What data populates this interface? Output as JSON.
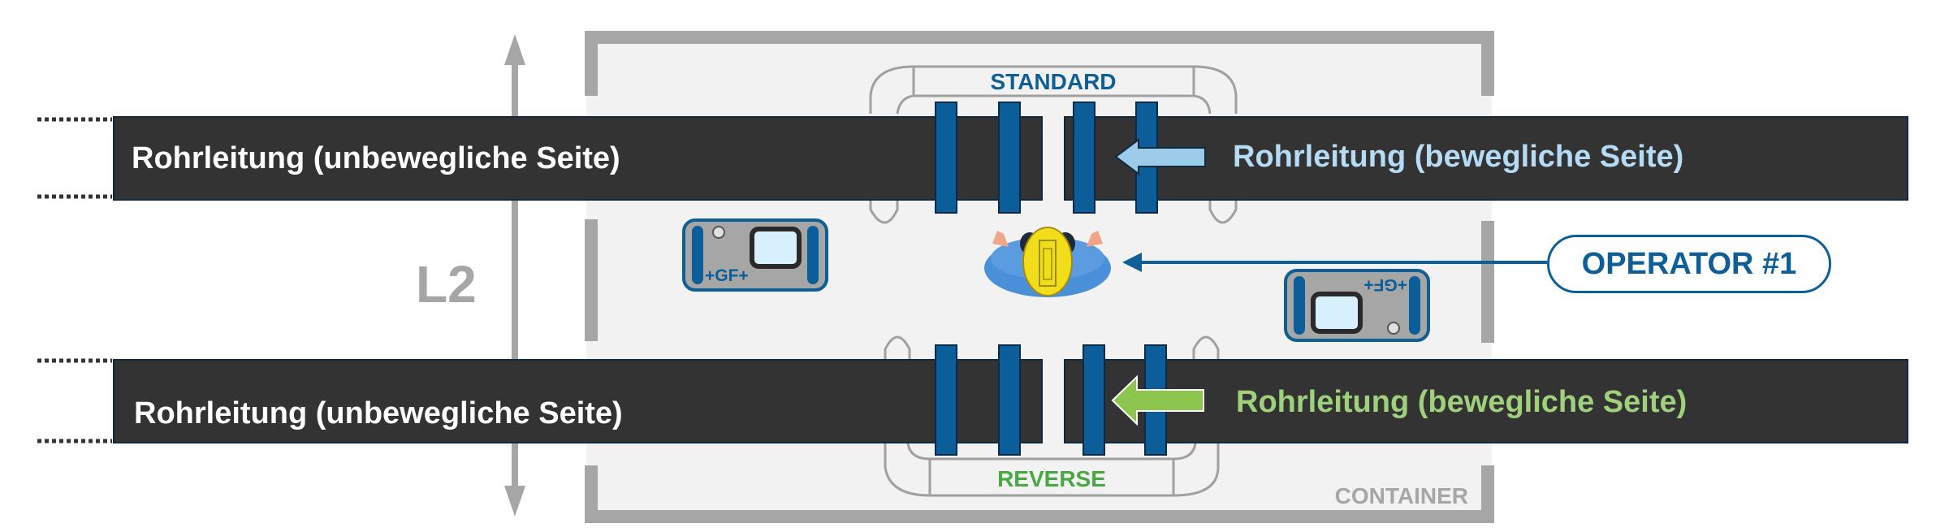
{
  "diagram": {
    "dimension_label": "L2",
    "container_label": "CONTAINER",
    "top_station": {
      "mode_label": "STANDARD",
      "fixed_pipe_label": "Rohrleitung (unbewegliche Seite)",
      "moving_pipe_label": "Rohrleitung (bewegliche Seite)",
      "arrow_direction": "left"
    },
    "bottom_station": {
      "mode_label": "REVERSE",
      "fixed_pipe_label": "Rohrleitung (unbewegliche Seite)",
      "moving_pipe_label": "Rohrleitung (bewegliche Seite)",
      "arrow_direction": "left"
    },
    "operator_label": "OPERATOR #1",
    "control_unit_label": "+GF+",
    "colors": {
      "pipe": "#333333",
      "clamp": "#0b5e99",
      "container_wall": "#a6a6a6",
      "container_floor": "#f2f2f2",
      "standard_text": "#0e5f97",
      "standard_arrow": "#9dcbea",
      "reverse_text": "#4aa844",
      "reverse_arrow": "#8cc64e",
      "operator_helmet": "#f2dd1b",
      "operator_body": "#4a90d9"
    }
  }
}
